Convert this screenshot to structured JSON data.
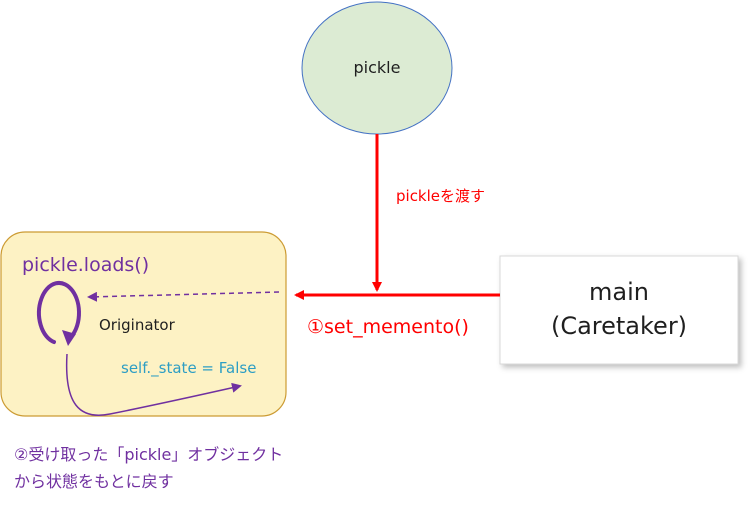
{
  "nodes": {
    "pickle": {
      "label": "pickle"
    },
    "originator": {
      "method": "pickle.loads()",
      "name": "Originator",
      "state": "self._state = False"
    },
    "caretaker": {
      "line1": "main",
      "line2": "(Caretaker)"
    }
  },
  "edges": {
    "pass_pickle": "pickleを渡す",
    "set_memento": "①set_memento()"
  },
  "note": {
    "line1": "②受け取った「pickle」オブジェクト",
    "line2": "から状態をもとに戻す"
  },
  "colors": {
    "ellipse_fill": "#dcebd3",
    "ellipse_stroke": "#4472c4",
    "originator_fill": "#fdf2c4",
    "originator_stroke": "#cc9b33",
    "caretaker_stroke": "#d9d9d9",
    "red_arrow": "#ff0000",
    "purple": "#7030a0",
    "state_text": "#2e9ec4"
  }
}
